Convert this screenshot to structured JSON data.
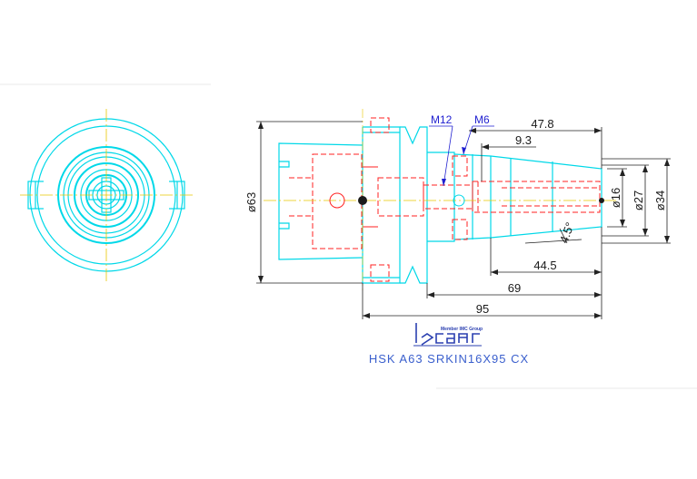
{
  "drawing": {
    "title": "HSK  A63  SRKIN16X95  CX",
    "logo": {
      "tagline": "Member IMC Group",
      "brand": "iscar"
    },
    "callouts": {
      "thread_large": "M12",
      "thread_small": "M6"
    },
    "dimensions": {
      "flange_diameter": "ø63",
      "bore_diameter": "ø16",
      "nose_diameter_small": "ø27",
      "nose_diameter_large": "ø34",
      "nose_length": "47.8",
      "step_length": "9.3",
      "taper_angle": "4.5°",
      "clamp_length": "44.5",
      "gauge_length": "69",
      "overall_length": "95"
    },
    "colors": {
      "outline": "#00d8e8",
      "hidden": "#ff2222",
      "center": "#e8c800",
      "dimension": "#222222",
      "callout": "#1f1fd0"
    }
  }
}
